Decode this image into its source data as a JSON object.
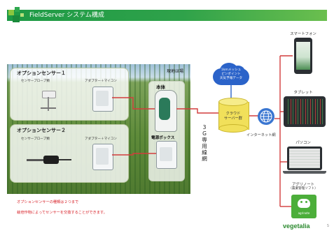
{
  "title": "FieldServer システム構成",
  "field_label": "現地ほ場",
  "option_sensor_1": {
    "title": "オプションセンサー１",
    "probe_label": "センサープローブ類",
    "adapter_label": "アダプター＋マイコン"
  },
  "option_sensor_2": {
    "title": "オプションセンサー２",
    "probe_label": "センサープローブ類",
    "adapter_label": "アダプター＋マイコン"
  },
  "main_unit": "本体",
  "power_box": "電源ボックス",
  "line_label": [
    "3",
    "G",
    "専",
    "用",
    "線",
    "網"
  ],
  "weather": {
    "line1": "1kmメッシュ",
    "line2": "ピンポイント",
    "line3": "天気予報データ"
  },
  "cloud": {
    "line1": "クラウド",
    "line2": "サーバー群"
  },
  "internet_label": "インターネット網",
  "devices": {
    "smartphone": "スマートフォン",
    "tablet": "タブレット",
    "pc": "パソコン",
    "agrinote_line1": "アグリノート",
    "agrinote_line2": "（農業管理ソフト）",
    "agrinote_icon_text": "agrinote"
  },
  "notes": {
    "line1": "オプションセンサーの種類は２つまで",
    "line2": "栽培作物によってセンサーを交換することができます。"
  },
  "logo": "vegetalia",
  "page_number": "5",
  "colors": {
    "title_green": "#1e9a46",
    "connector_red": "#d23c3c",
    "cloud_yellow": "#f1e05a",
    "weather_blue": "#2b63c9",
    "note_red": "#d8232a",
    "logo_green": "#2c8a2f"
  },
  "icons": [
    "title-squares-icon",
    "globe-icon",
    "weather-cloud-icon",
    "database-icon",
    "agrinote-frog-icon"
  ]
}
